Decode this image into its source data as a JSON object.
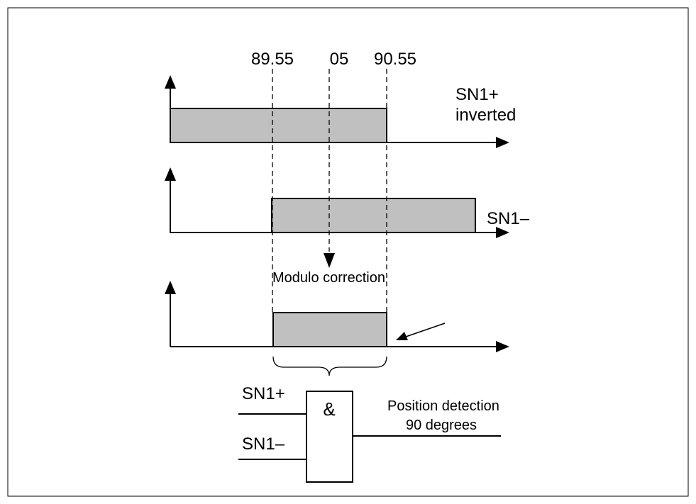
{
  "markers": {
    "left": "89.55",
    "center": "05",
    "right": "90.55"
  },
  "signals": {
    "sn1_plus_inverted_line1": "SN1+",
    "sn1_plus_inverted_line2": "inverted",
    "sn1_minus": "SN1–"
  },
  "modulo_correction": "Modulo correction",
  "gate": {
    "symbol": "&",
    "input_top": "SN1+",
    "input_bottom": "SN1–",
    "output_line1": "Position detection",
    "output_line2": "90 degrees"
  },
  "colors": {
    "pulse_fill": "#c0c0c0",
    "stroke": "#000000"
  }
}
